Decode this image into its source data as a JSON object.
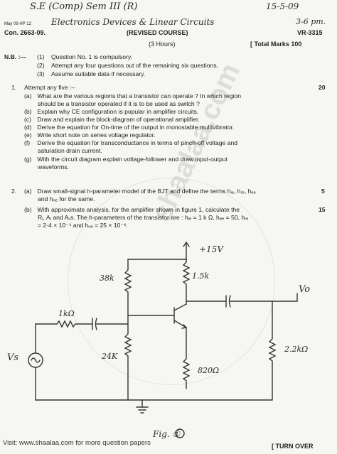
{
  "header": {
    "hand_title": "S.E (Comp) Sem III (R)",
    "hand_date": "15-5-09",
    "hand_subject": "Electronics Devices & Linear Circuits",
    "hand_time": "3-6 pm.",
    "small_code": "May 09 HP 12",
    "con_no": "Con. 2663-09.",
    "course": "(REVISED COURSE)",
    "vr": "VR-3315",
    "hours": "(3 Hours)",
    "marks": "[ Total Marks 100"
  },
  "nb": {
    "prefix": "N.B. :—",
    "items": [
      {
        "num": "(1)",
        "text": "Question No. 1 is compulsory."
      },
      {
        "num": "(2)",
        "text": "Attempt any four questions out of the remaining six questions."
      },
      {
        "num": "(3)",
        "text": "Assume suitable data if necessary."
      }
    ]
  },
  "q1": {
    "number": "1.",
    "title": "Attempt any five :–",
    "marks": "20",
    "parts": [
      {
        "label": "(a)",
        "line1": "What are the various regions that a transistor can operate ?  In which region",
        "line2": "should be a transistor operated if it is to be used as switch ?"
      },
      {
        "label": "(b)",
        "line1": "Explain why CE configuration is popular in amplifier circuits.",
        "line2": ""
      },
      {
        "label": "(c)",
        "line1": "Draw and explain the block-diagram of operational amplifier.",
        "line2": ""
      },
      {
        "label": "(d)",
        "line1": "Derive the equation for On-time of the output in monostable multivibrator.",
        "line2": ""
      },
      {
        "label": "(e)",
        "line1": "Write short note on series voltage regulator.",
        "line2": ""
      },
      {
        "label": "(f)",
        "line1": "Derive the equation for transconductance in terms of pinch-off voltage and",
        "line2": "saturation drain current."
      },
      {
        "label": "(g)",
        "line1": "With the circuit diagram explain voltage-follower and draw input-output",
        "line2": "waveforms."
      }
    ]
  },
  "q2": {
    "number": "2.",
    "a_label": "(a)",
    "a_line1": "Draw small-signal h-parameter model of the BJT and define the terms hᵢₑ, hᵣₑ, hₑₑ",
    "a_line2": "and hₒₑ for the same.",
    "a_marks": "5",
    "b_label": "(b)",
    "b_line1": "With approximate analysis, for the amplifier shown in figure 1, calculate the",
    "b_line2": "Rᵢ, Aᵢ and Aᵥs. The h-parameters of the transistor are : hᵢₑ = 1 k Ω, hₑₑ = 50, hᵣₑ",
    "b_line3": "= 2·4 × 10⁻⁴ and hₒₑ = 25 × 10⁻⁶.",
    "b_marks": "15"
  },
  "circuit": {
    "vcc": "+15V",
    "r_38k": "38k",
    "r_15k": "1.5k",
    "r_1k": "1kΩ",
    "r_24k": "24K",
    "r_820": "820Ω",
    "r_22k": "2.2kΩ",
    "vs": "Vs",
    "vo": "Vo",
    "fig": "Fig. ①"
  },
  "footer": {
    "visit": "Visit: www.shaalaa.com for more question papers",
    "turn_over": "[ TURN OVER"
  },
  "watermark": "shaalaa.com"
}
